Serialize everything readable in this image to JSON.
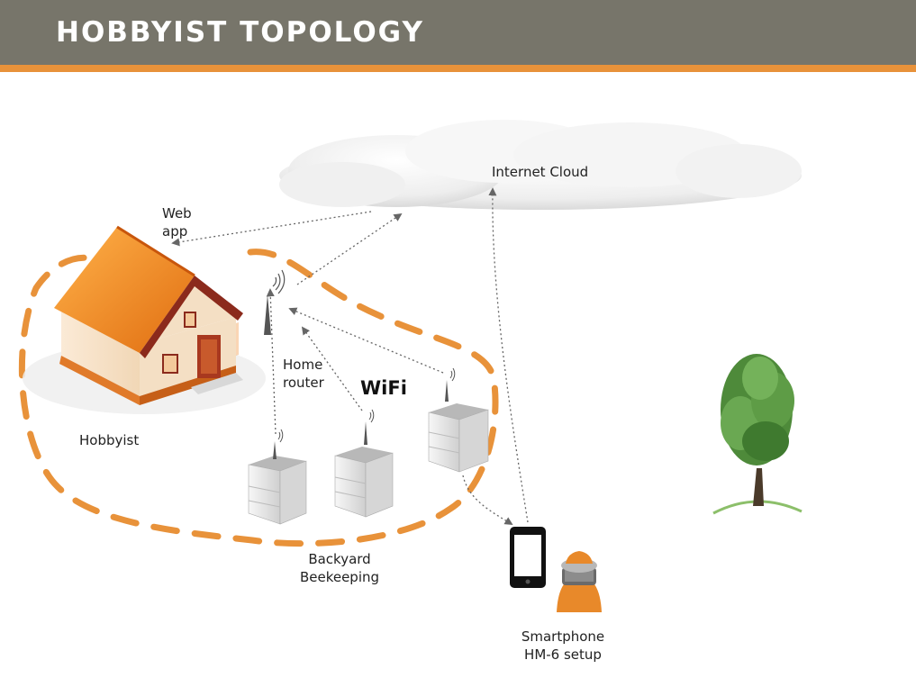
{
  "header": {
    "title": "HOBBYIST TOPOLOGY"
  },
  "labels": {
    "internet_cloud": "Internet Cloud",
    "web_app_line1": "Web",
    "web_app_line2": "app",
    "home_router_line1": "Home",
    "home_router_line2": "router",
    "wifi": "WiFi",
    "hobbyist": "Hobbyist",
    "backyard_line1": "Backyard",
    "backyard_line2": "Beekeeping",
    "smartphone_line1": "Smartphone",
    "smartphone_line2": "HM-6 setup"
  },
  "colors": {
    "header_bg": "#77756a",
    "accent_orange": "#e8923a",
    "roof_orange": "#f08a2c",
    "arrow_gray": "#666666"
  }
}
